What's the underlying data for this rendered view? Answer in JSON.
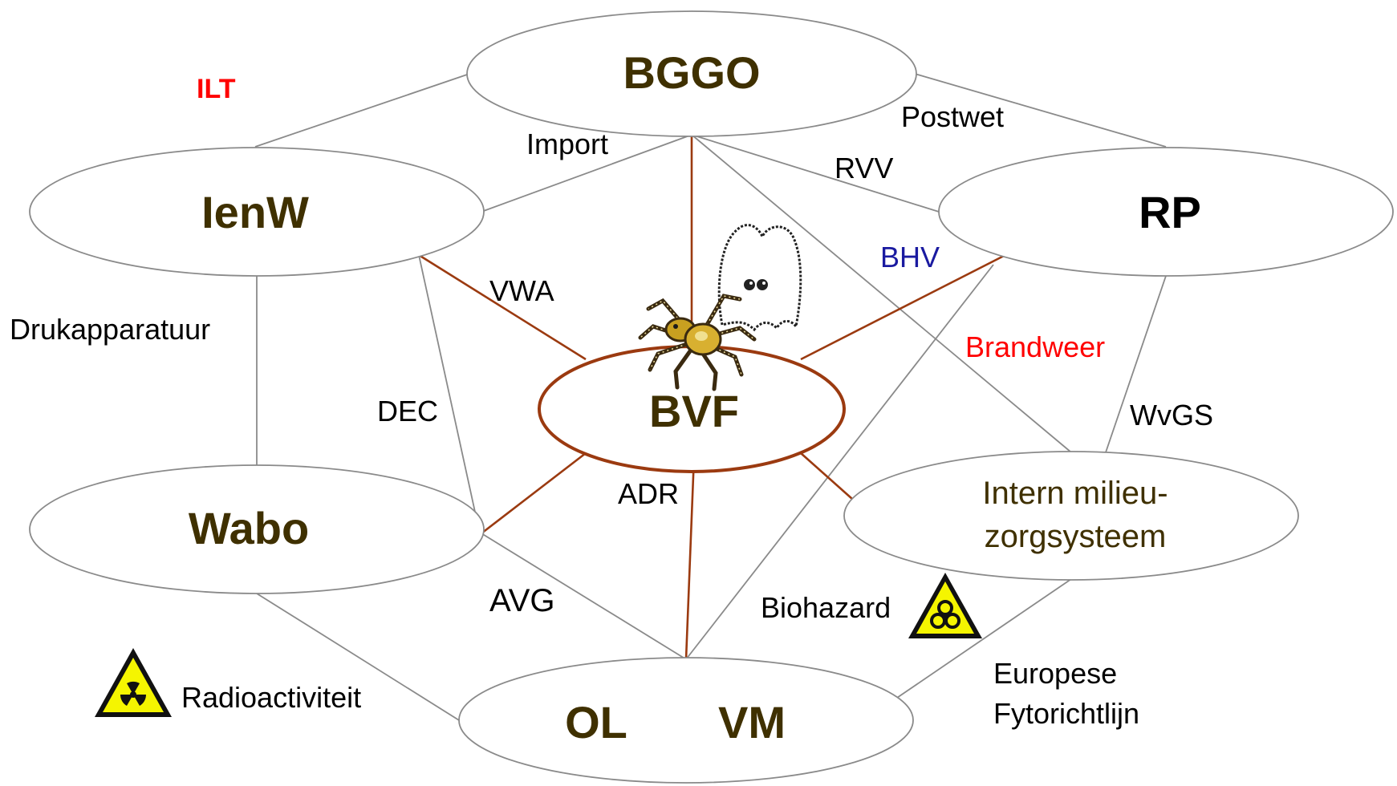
{
  "nodes": {
    "bggo": "BGGO",
    "ienw": "IenW",
    "rp": "RP",
    "bvf": "BVF",
    "wabo": "Wabo",
    "intern_line1": "Intern milieu-",
    "intern_line2": "zorgsysteem",
    "ol": "OL",
    "vm": "VM"
  },
  "labels": {
    "ilt": "ILT",
    "import": "Import",
    "postwet": "Postwet",
    "rvv": "RVV",
    "bhv": "BHV",
    "vwa": "VWA",
    "brandweer": "Brandweer",
    "drukapparatuur": "Drukapparatuur",
    "dec": "DEC",
    "wvgs": "WvGS",
    "adr": "ADR",
    "avg": "AVG",
    "biohazard": "Biohazard",
    "radioactiviteit": "Radioactiviteit",
    "europese_line1": "Europese",
    "europese_line2": "Fytorichtlijn"
  },
  "colors": {
    "node_text": "#3f3000",
    "label_text": "#000000",
    "ilt": "#ff0000",
    "brandweer": "#ff0000",
    "bhv": "#1a1aa0",
    "gray_edge": "#8a8a8a",
    "red_edge": "#9b3a10",
    "hazard_yellow": "#f5f500"
  },
  "icons": {
    "radiation": "radiation-warning-icon",
    "biohazard": "biohazard-warning-icon",
    "spider": "spider-icon",
    "ghost": "ghost-icon"
  }
}
